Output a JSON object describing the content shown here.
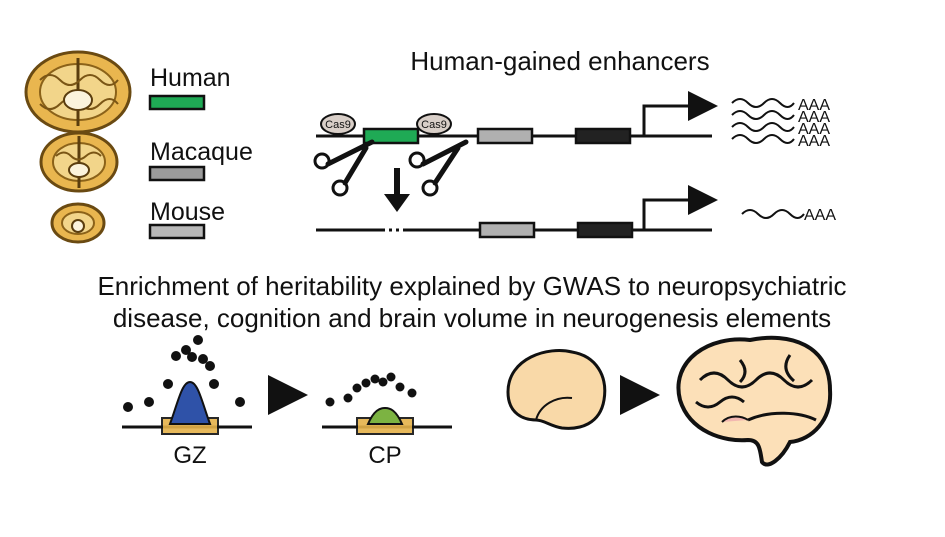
{
  "legend": {
    "species": [
      {
        "label": "Human",
        "color": "#1faa55"
      },
      {
        "label": "Macaque",
        "color": "#9b9b9b"
      },
      {
        "label": "Mouse",
        "color": "#b8b8b8"
      }
    ]
  },
  "top_panel": {
    "title": "Human-gained enhancers",
    "cas_label": "Cas9",
    "polyA": "AAA",
    "enhancer_colors": {
      "human": "#1faa55",
      "gray": "#b0b0b0",
      "dark": "#222222"
    }
  },
  "bottom_panel": {
    "title_line1": "Enrichment of heritability explained by GWAS to neuropsychiatric",
    "title_line2": "disease, cognition and brain volume in neurogenesis elements",
    "regions": [
      "GZ",
      "CP"
    ],
    "peak_colors": {
      "gz": "#2f52a8",
      "cp": "#7cb342",
      "element": "#e5b24a"
    }
  },
  "icons": [
    "human-brain-icon",
    "macaque-brain-icon",
    "mouse-brain-icon",
    "scissors-icon",
    "fetal-brain-icon",
    "adult-brain-icon"
  ]
}
